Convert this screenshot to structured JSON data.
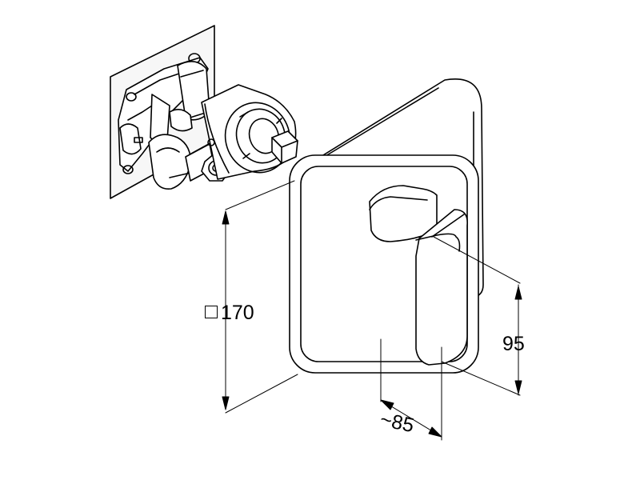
{
  "dimensions": {
    "height_square": {
      "symbol": "□",
      "value": "170"
    },
    "lever_height": "95",
    "lever_depth": "~85"
  },
  "colors": {
    "line": "#000000",
    "background": "#ffffff",
    "mount_plate": "#f6f6f6"
  }
}
